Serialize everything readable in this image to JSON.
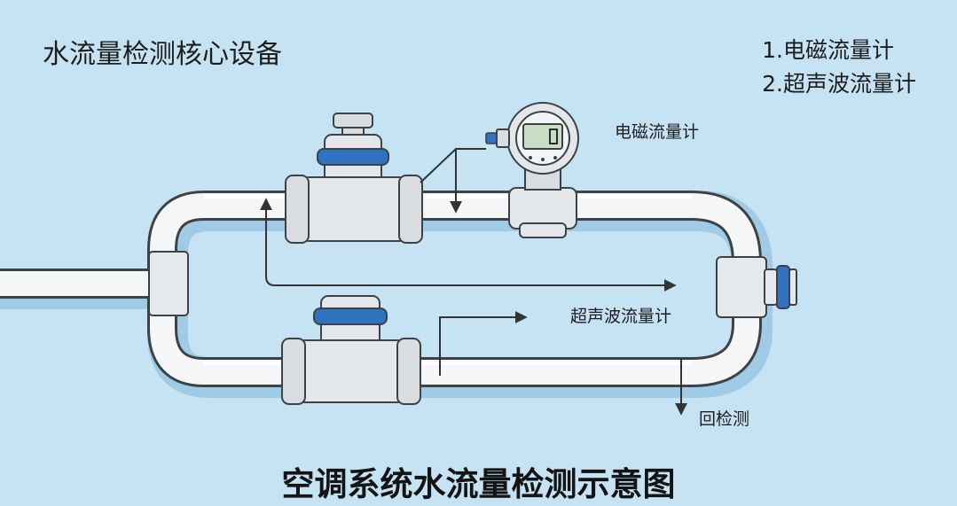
{
  "heading": "水流量检测核心设备",
  "meter_list": [
    "1.电磁流量计",
    "2.超声波流量计"
  ],
  "labels": {
    "electromagnetic": "电磁流量计",
    "ultrasonic": "超声波流量计",
    "return": "回检测"
  },
  "footer_title": "空调系统水流量检测示意图",
  "colors": {
    "background": "#c5e3f3",
    "pipe": "#f4f6f7",
    "outline": "#3c4246",
    "valve_band": "#2f72c0",
    "display": "#c9dcc4"
  }
}
